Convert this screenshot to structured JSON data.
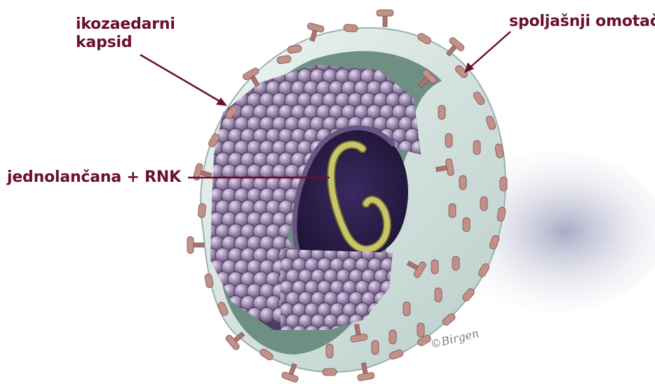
{
  "labels": {
    "capsid_line1": "ikozaedarni",
    "capsid_line2": "kapsid",
    "envelope": "spoljašnji omotač",
    "rna": "jednolančana + RNK"
  },
  "signature": "©Birgen",
  "colors": {
    "label_text": "#6b0f2b",
    "pointer_line": "#6b0f2b",
    "envelope_membrane": "#dbe9e6",
    "capsomere": "#9a88a8",
    "interior": "#2b1d4a",
    "rna_strand": "#b8b25a",
    "spike": "#b5847e",
    "shadow": "#c8cadb"
  }
}
